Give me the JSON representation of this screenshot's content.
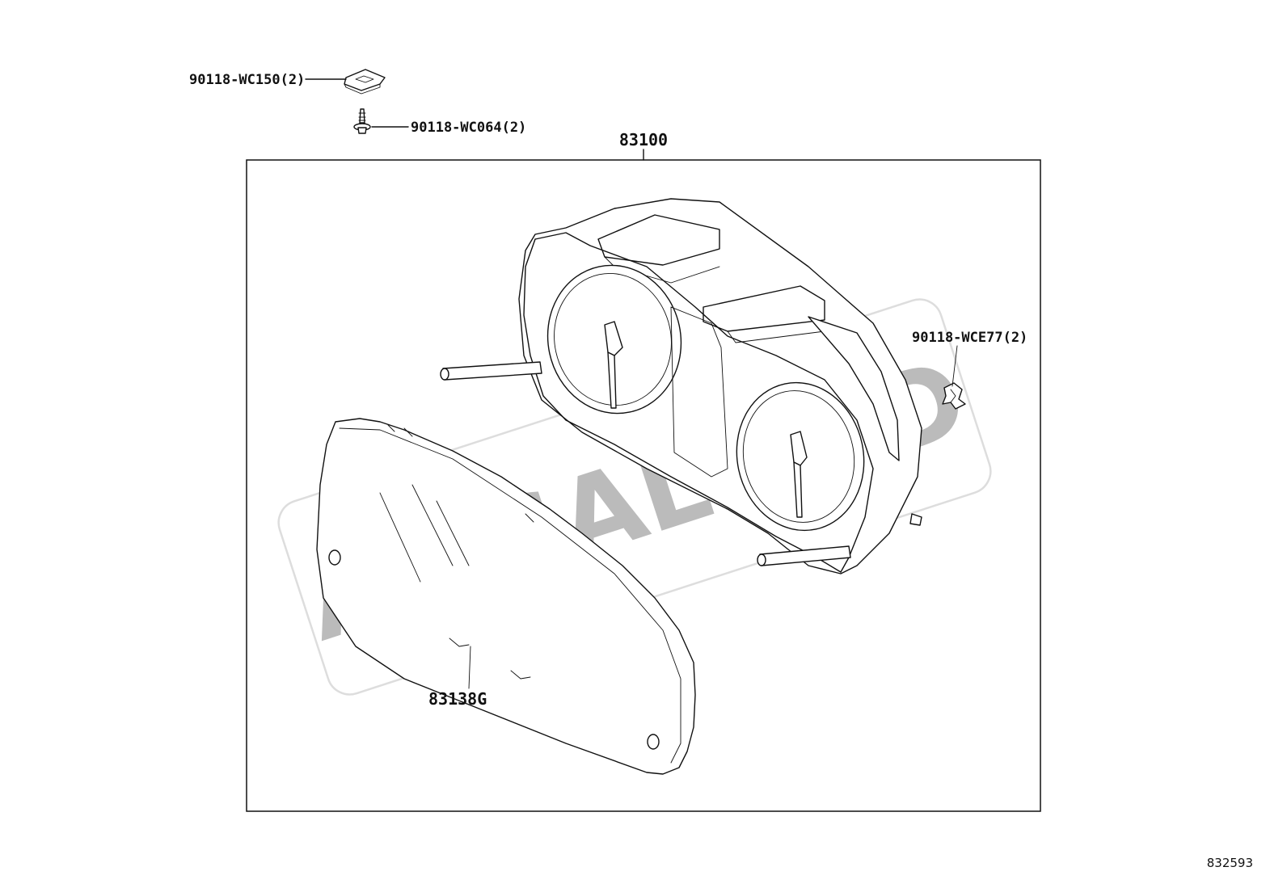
{
  "parts": {
    "clip": "90118-WC150(2)",
    "screw": "90118-WC064(2)",
    "assembly": "83100",
    "retainer": "90118-WCE77(2)",
    "glass": "83138G"
  },
  "diagram_id": "832593",
  "watermark": "AMSALLIED",
  "icons": {
    "clip": "clip-icon",
    "screw": "screw-icon",
    "retainer": "retainer-icon",
    "cluster": "gauge-cluster-icon",
    "glass": "glass-cover-icon"
  },
  "colors": {
    "line": "#111111",
    "watermark": "#a8a8a8",
    "background": "#ffffff"
  }
}
